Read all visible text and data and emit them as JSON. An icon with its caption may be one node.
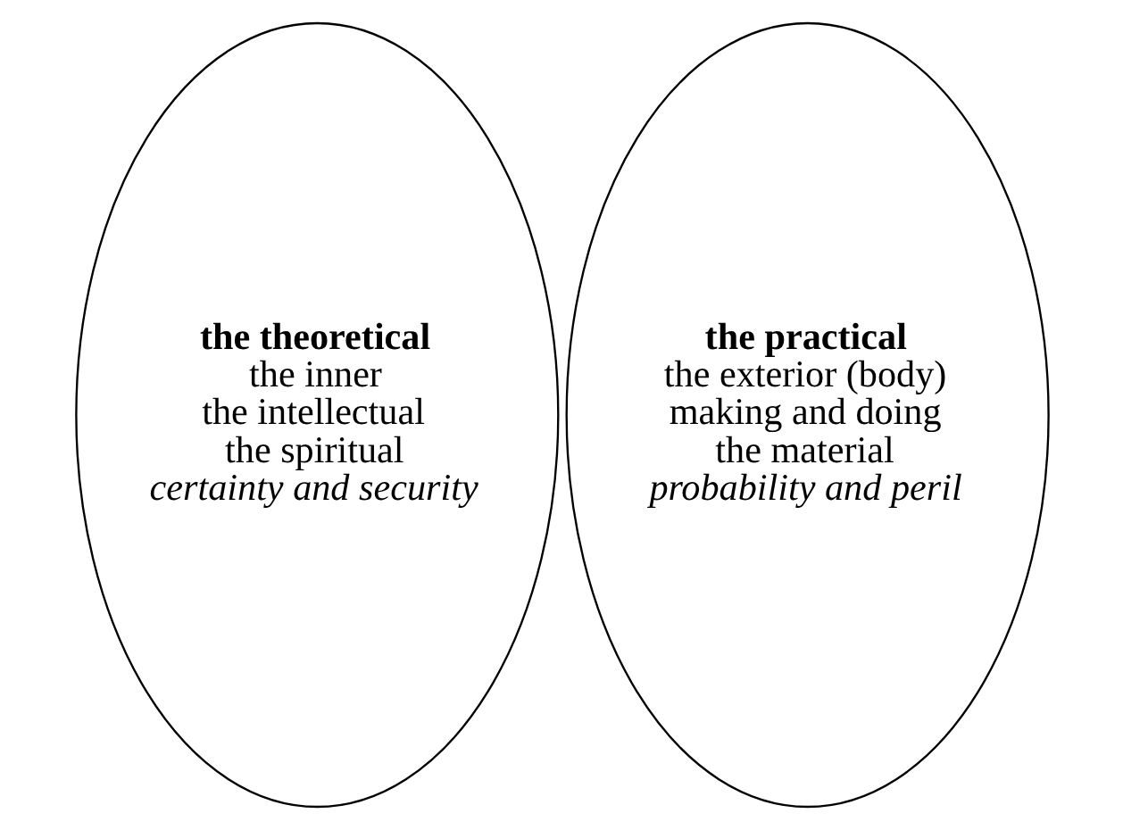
{
  "diagram": {
    "nodes": [
      {
        "text": [
          "the theoretical",
          "the inner",
          "the intellectual",
          "the spiritual",
          "certainty and security"
        ]
      },
      {
        "text": [
          "the practical",
          "the exterior (body)",
          "making and doing",
          "the material",
          "probability and peril"
        ]
      }
    ]
  }
}
